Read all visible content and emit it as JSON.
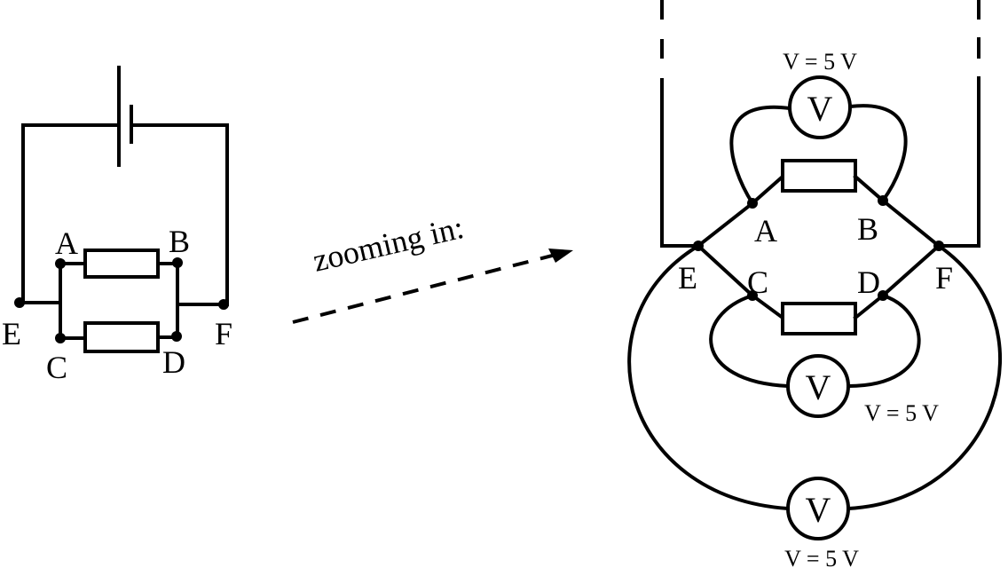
{
  "left_circuit": {
    "nodes": {
      "A": "A",
      "B": "B",
      "C": "C",
      "D": "D",
      "E": "E",
      "F": "F"
    }
  },
  "annotation": {
    "zoom_text": "zooming in:"
  },
  "right_circuit": {
    "nodes": {
      "A": "A",
      "B": "B",
      "C": "C",
      "D": "D",
      "E": "E",
      "F": "F"
    },
    "meters": [
      {
        "symbol": "V",
        "reading": "V = 5 V"
      },
      {
        "symbol": "V",
        "reading": "V = 5 V"
      },
      {
        "symbol": "V",
        "reading": "V = 5 V"
      }
    ]
  }
}
